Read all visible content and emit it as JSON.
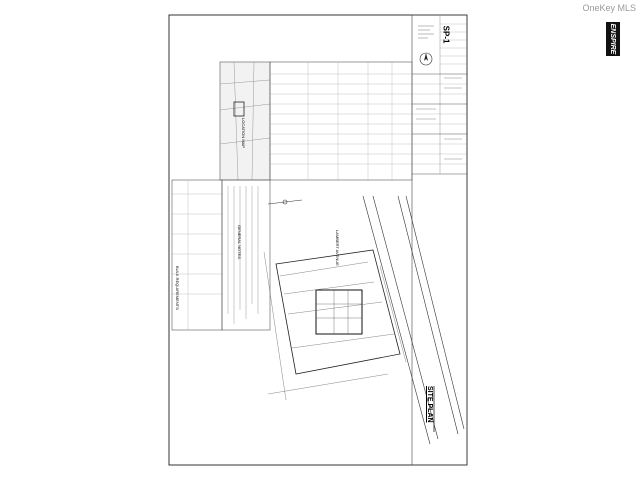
{
  "watermark": "OneKey MLS",
  "sheet": {
    "brand": "ENSPIRE",
    "sheet_number": "SP-1",
    "title": "SITE PLAN",
    "street_name": "LAMBERT AVENUE",
    "location_map_label": "LOCATION MAP",
    "notes_label": "GENERAL NOTES",
    "bulk_label": "BULK REQUIREMENTS"
  }
}
